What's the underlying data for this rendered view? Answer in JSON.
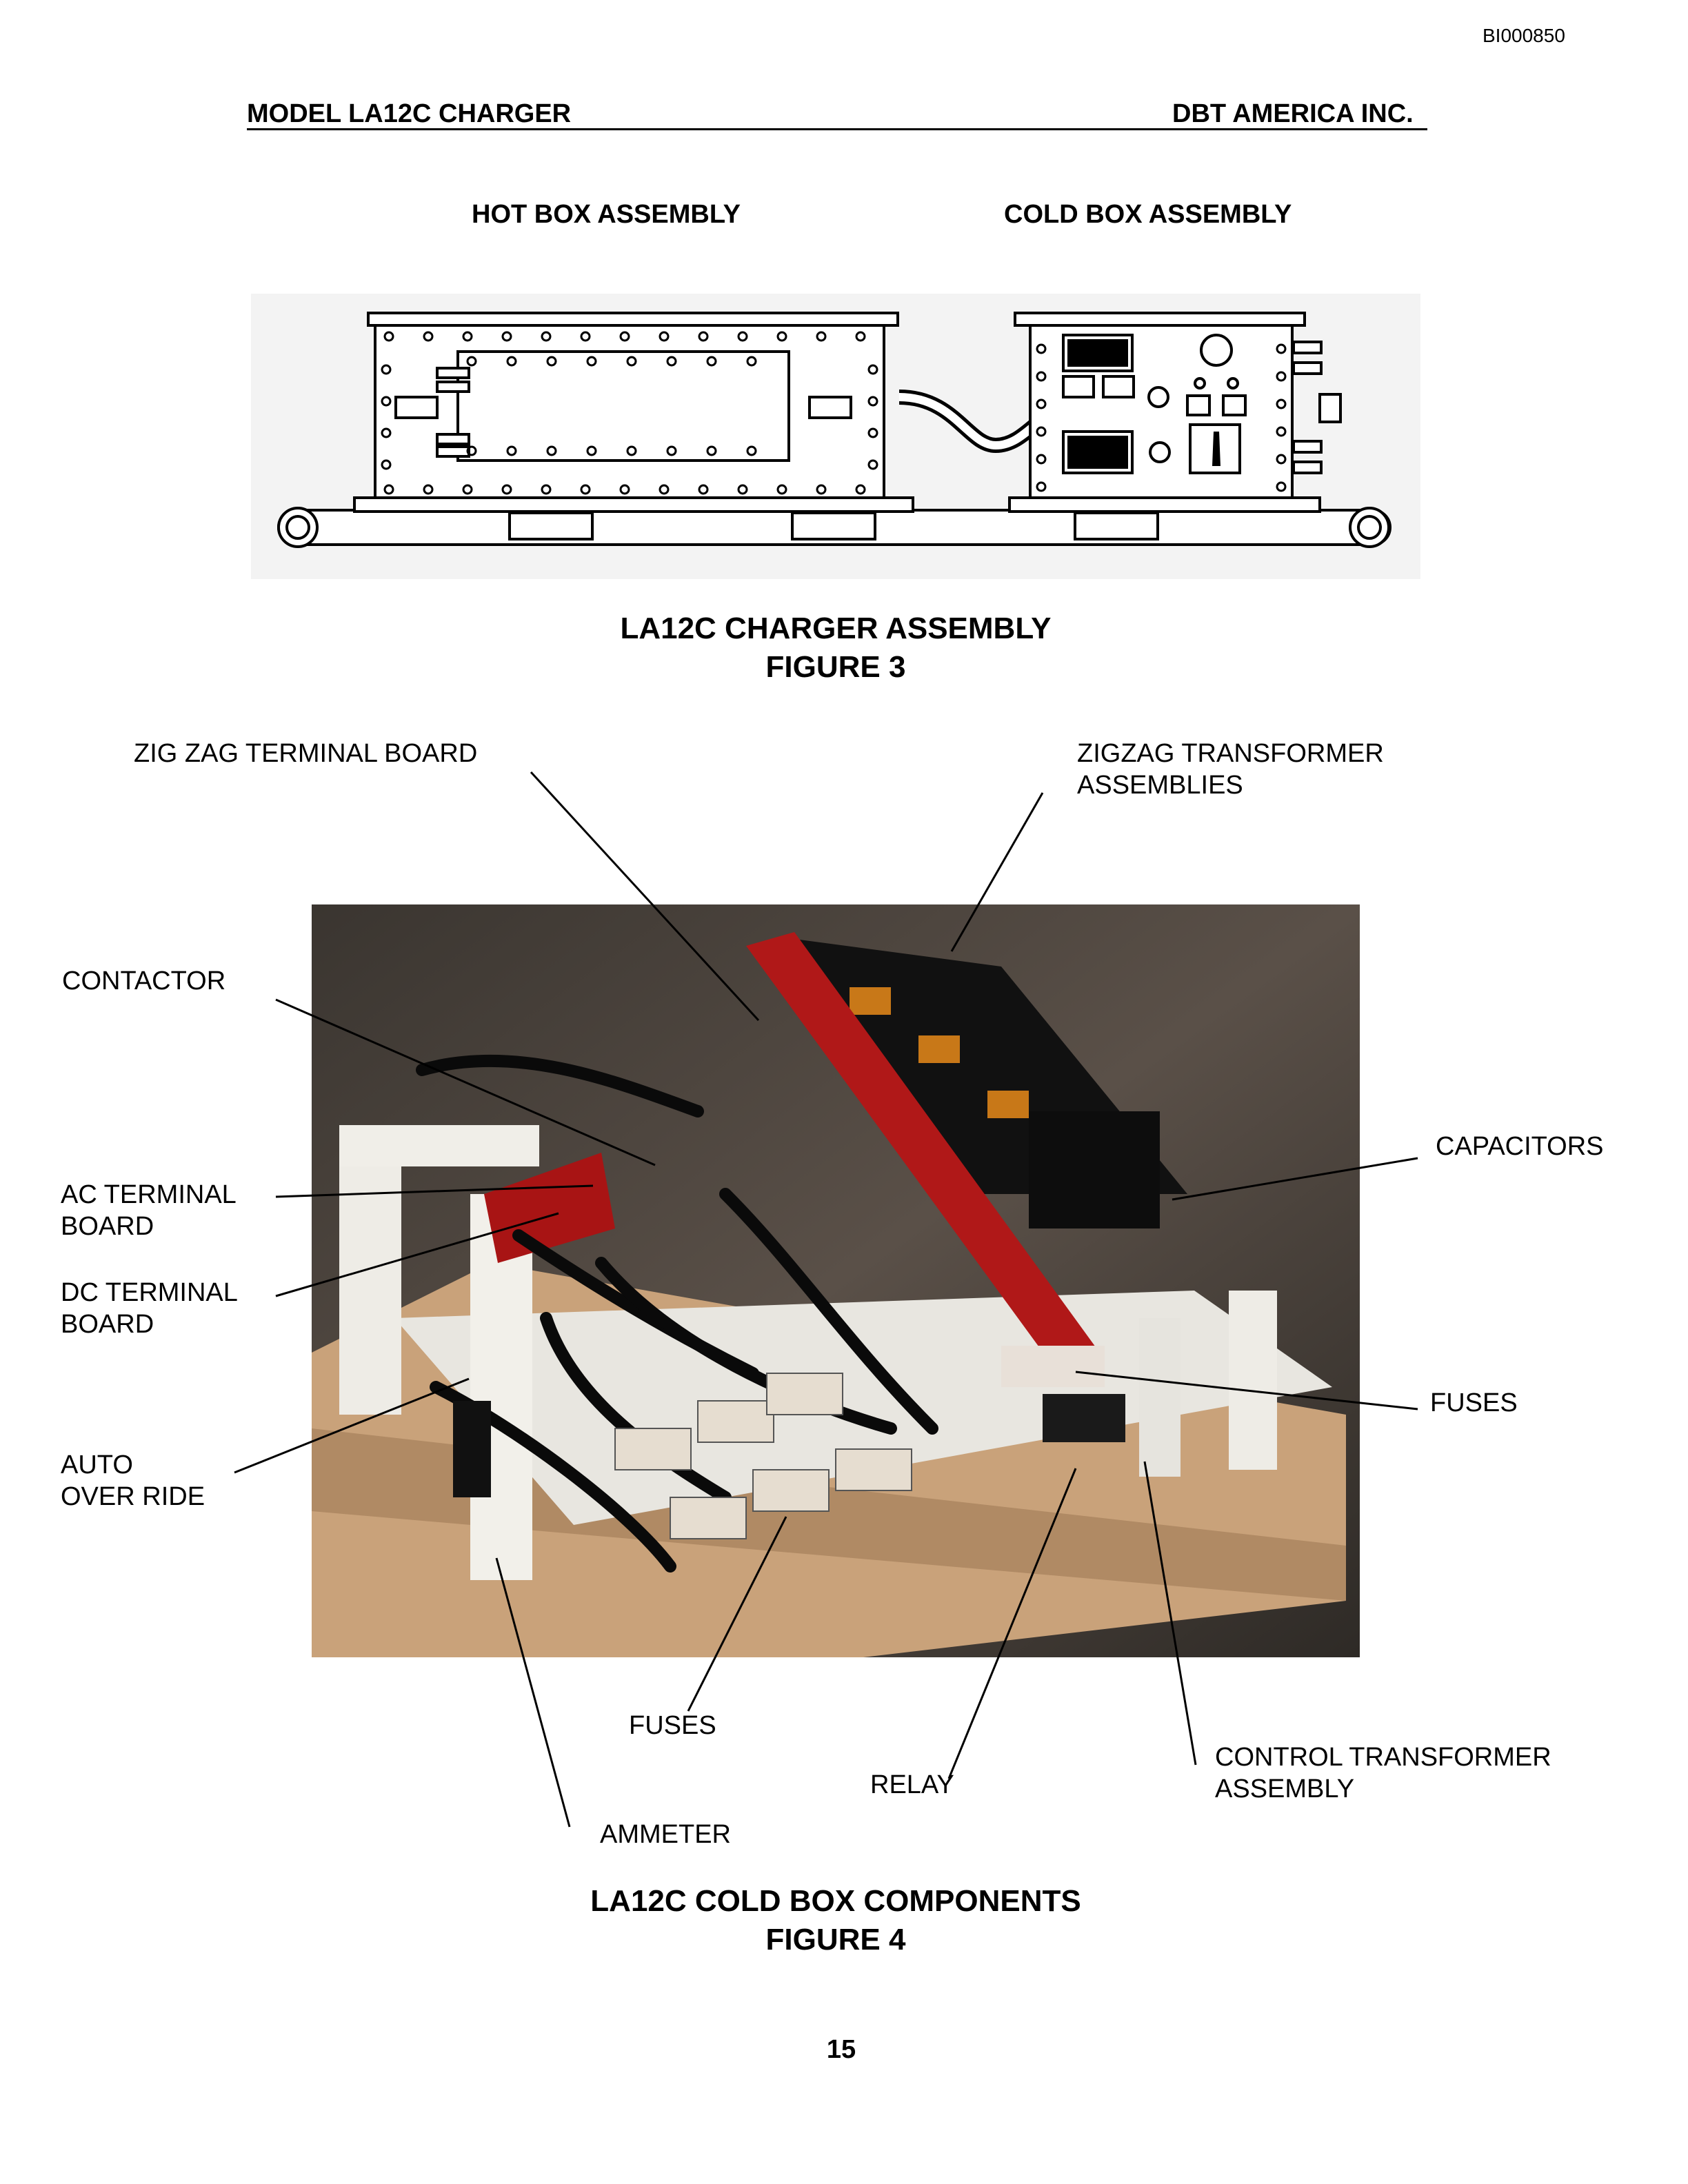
{
  "header": {
    "doc_id": "BI000850",
    "left": "MODEL LA12C CHARGER",
    "right": "DBT AMERICA INC."
  },
  "figure3": {
    "hot_box_label": "HOT BOX ASSEMBLY",
    "cold_box_label": "COLD BOX ASSEMBLY",
    "caption_line1": "LA12C CHARGER ASSEMBLY",
    "caption_line2": "FIGURE 3"
  },
  "figure4": {
    "labels": {
      "zig_zag_terminal_board": "ZIG ZAG TERMINAL BOARD",
      "zigzag_transformer_1": "ZIGZAG TRANSFORMER",
      "zigzag_transformer_2": "ASSEMBLIES",
      "contactor": "CONTACTOR",
      "ac_terminal_1": "AC TERMINAL",
      "ac_terminal_2": "BOARD",
      "dc_terminal_1": "DC TERMINAL",
      "dc_terminal_2": "BOARD",
      "auto_1": "AUTO",
      "auto_2": "OVER RIDE",
      "capacitors": "CAPACITORS",
      "fuses_right": "FUSES",
      "fuses_bottom": "FUSES",
      "relay": "RELAY",
      "control_transformer_1": "CONTROL TRANSFORMER",
      "control_transformer_2": "ASSEMBLY",
      "ammeter": "AMMETER"
    },
    "caption_line1": "LA12C COLD BOX COMPONENTS",
    "caption_line2": "FIGURE 4"
  },
  "page_number": "15"
}
